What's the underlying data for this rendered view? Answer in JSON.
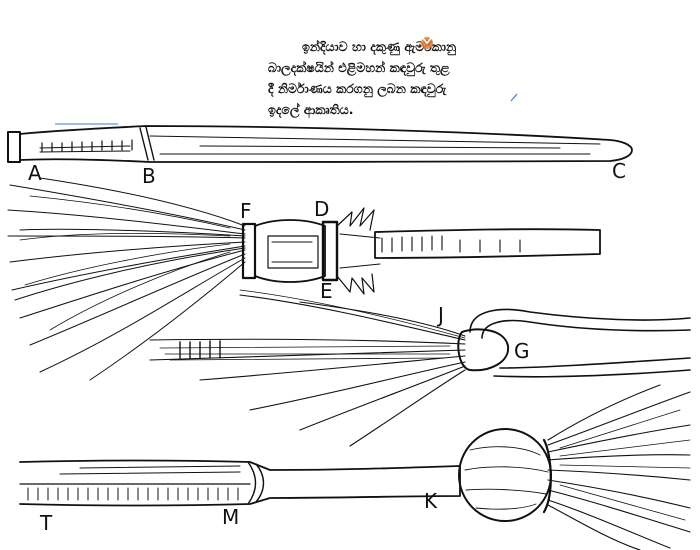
{
  "caption": {
    "line1": "ඉන්දියාව හා දකුණු ඇමරිකානු",
    "line2": "බාලදක්ෂයින් එළිමහන් කඳවුරු තුළ",
    "line3": "දී නිර්මාණය කරගනු ලබන කඳවුරු",
    "line4": "ඉදලේ ආකෘතිය."
  },
  "labels": {
    "A": "A",
    "B": "B",
    "C": "C",
    "D": "D",
    "E": "E",
    "F": "F",
    "G": "G",
    "J": "J",
    "K": "K",
    "M": "M",
    "T": "T"
  },
  "colors": {
    "ink": "#111111",
    "accent": "#3b7dd8",
    "stamp": "#e07a2e"
  }
}
